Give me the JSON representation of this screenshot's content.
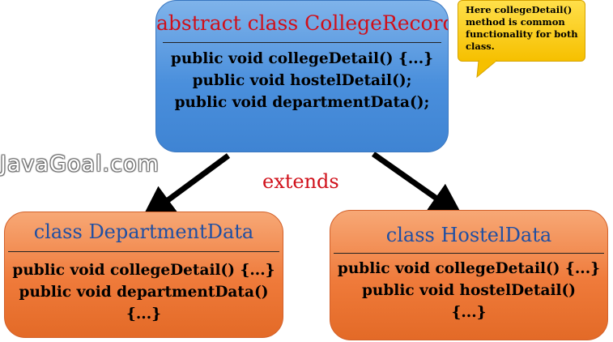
{
  "abstract_class": {
    "title": "abstract class CollegeRecord",
    "methods": [
      "public void collegeDetail() {...}",
      "public void hostelDetail();",
      "public void departmentData();"
    ]
  },
  "department_class": {
    "title": "class DepartmentData",
    "methods": [
      "public void collegeDetail() {...}",
      "public void departmentData()",
      "{...}"
    ]
  },
  "hostel_class": {
    "title": "class HostelData",
    "methods": [
      "public void collegeDetail() {...}",
      "public void hostelDetail()",
      "{...}"
    ]
  },
  "relationship_label": "extends",
  "callout_text": "Here collegeDetail() method is common functionality for both class.",
  "watermark": "JavaGoal.com"
}
